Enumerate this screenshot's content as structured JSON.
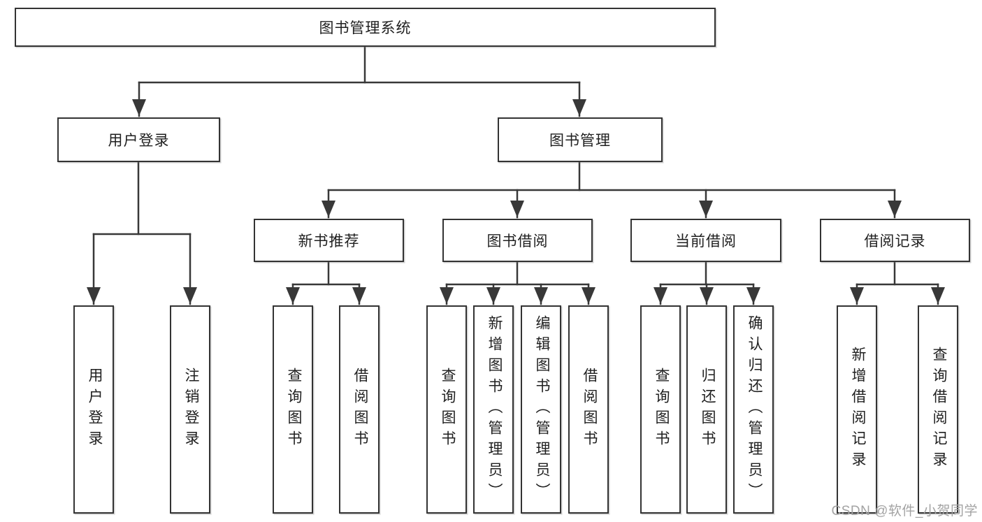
{
  "diagram": {
    "root": {
      "label": "图书管理系统"
    },
    "branches": [
      {
        "label": "用户登录",
        "children": [
          {
            "label": "用户登录"
          },
          {
            "label": "注销登录"
          }
        ]
      },
      {
        "label": "图书管理",
        "children": [
          {
            "label": "新书推荐",
            "children": [
              {
                "label": "查询图书"
              },
              {
                "label": "借阅图书"
              }
            ]
          },
          {
            "label": "图书借阅",
            "children": [
              {
                "label": "查询图书"
              },
              {
                "label": "新增图书（管理员）"
              },
              {
                "label": "编辑图书（管理员）"
              },
              {
                "label": "借阅图书"
              }
            ]
          },
          {
            "label": "当前借阅",
            "children": [
              {
                "label": "查询图书"
              },
              {
                "label": "归还图书"
              },
              {
                "label": "确认归还（管理员）"
              }
            ]
          },
          {
            "label": "借阅记录",
            "children": [
              {
                "label": "新增借阅记录"
              },
              {
                "label": "查询借阅记录"
              }
            ]
          }
        ]
      }
    ]
  },
  "watermark": {
    "text": "CSDN @软件_小贺同学"
  },
  "colors": {
    "line": "#383838",
    "border": "#333333",
    "text": "#1f1f1f",
    "watermark": "#a3a3a3",
    "background": "#ffffff"
  }
}
